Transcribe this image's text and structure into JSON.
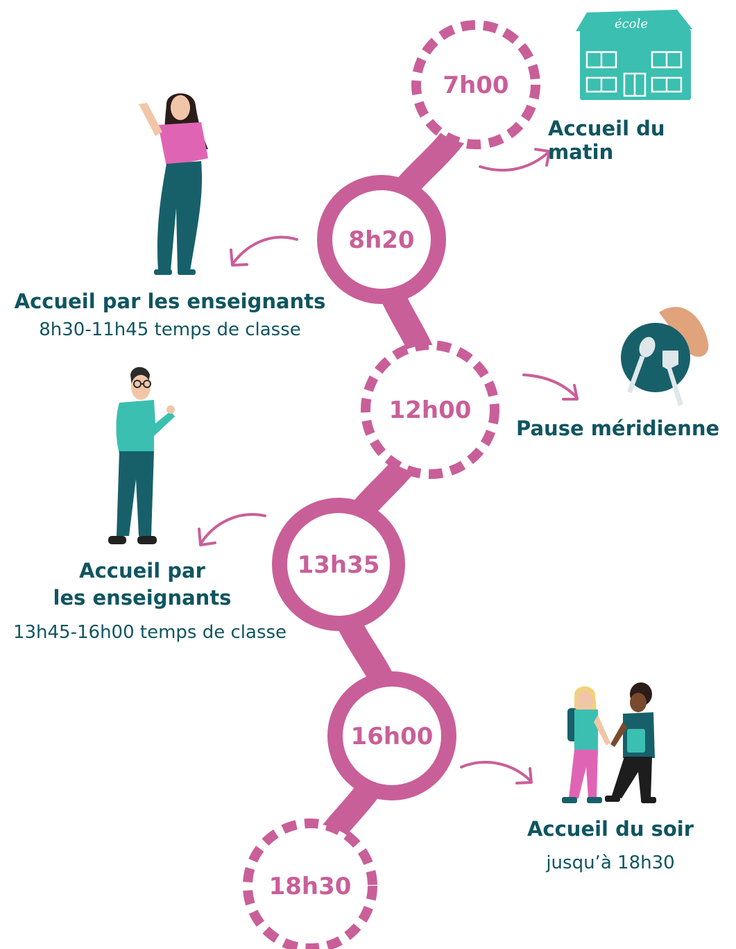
{
  "colors": {
    "accent": "#c95f98",
    "text": "#0f5560",
    "teal": "#3bbfb0",
    "pink": "#e064b4",
    "dark_teal": "#17606a"
  },
  "times": {
    "t1": "7h00",
    "t2": "8h20",
    "t3": "12h00",
    "t4": "13h35",
    "t5": "16h00",
    "t6": "18h30"
  },
  "school_sign": "école",
  "labels": {
    "morning_title": "Accueil du matin",
    "teachers_am_title": "Accueil par les enseignants",
    "teachers_am_sub": "8h30-11h45 temps de classe",
    "lunch_title": "Pause méridienne",
    "teachers_pm_title_1": "Accueil par",
    "teachers_pm_title_2": "les enseignants",
    "teachers_pm_sub": "13h45-16h00 temps de classe",
    "evening_title": "Accueil du soir",
    "evening_sub": "jusqu’à 18h30"
  },
  "icons": [
    "school-building-icon",
    "woman-waving-icon",
    "plate-cutlery-icon",
    "man-glasses-icon",
    "children-icon",
    "arrow-icon"
  ]
}
